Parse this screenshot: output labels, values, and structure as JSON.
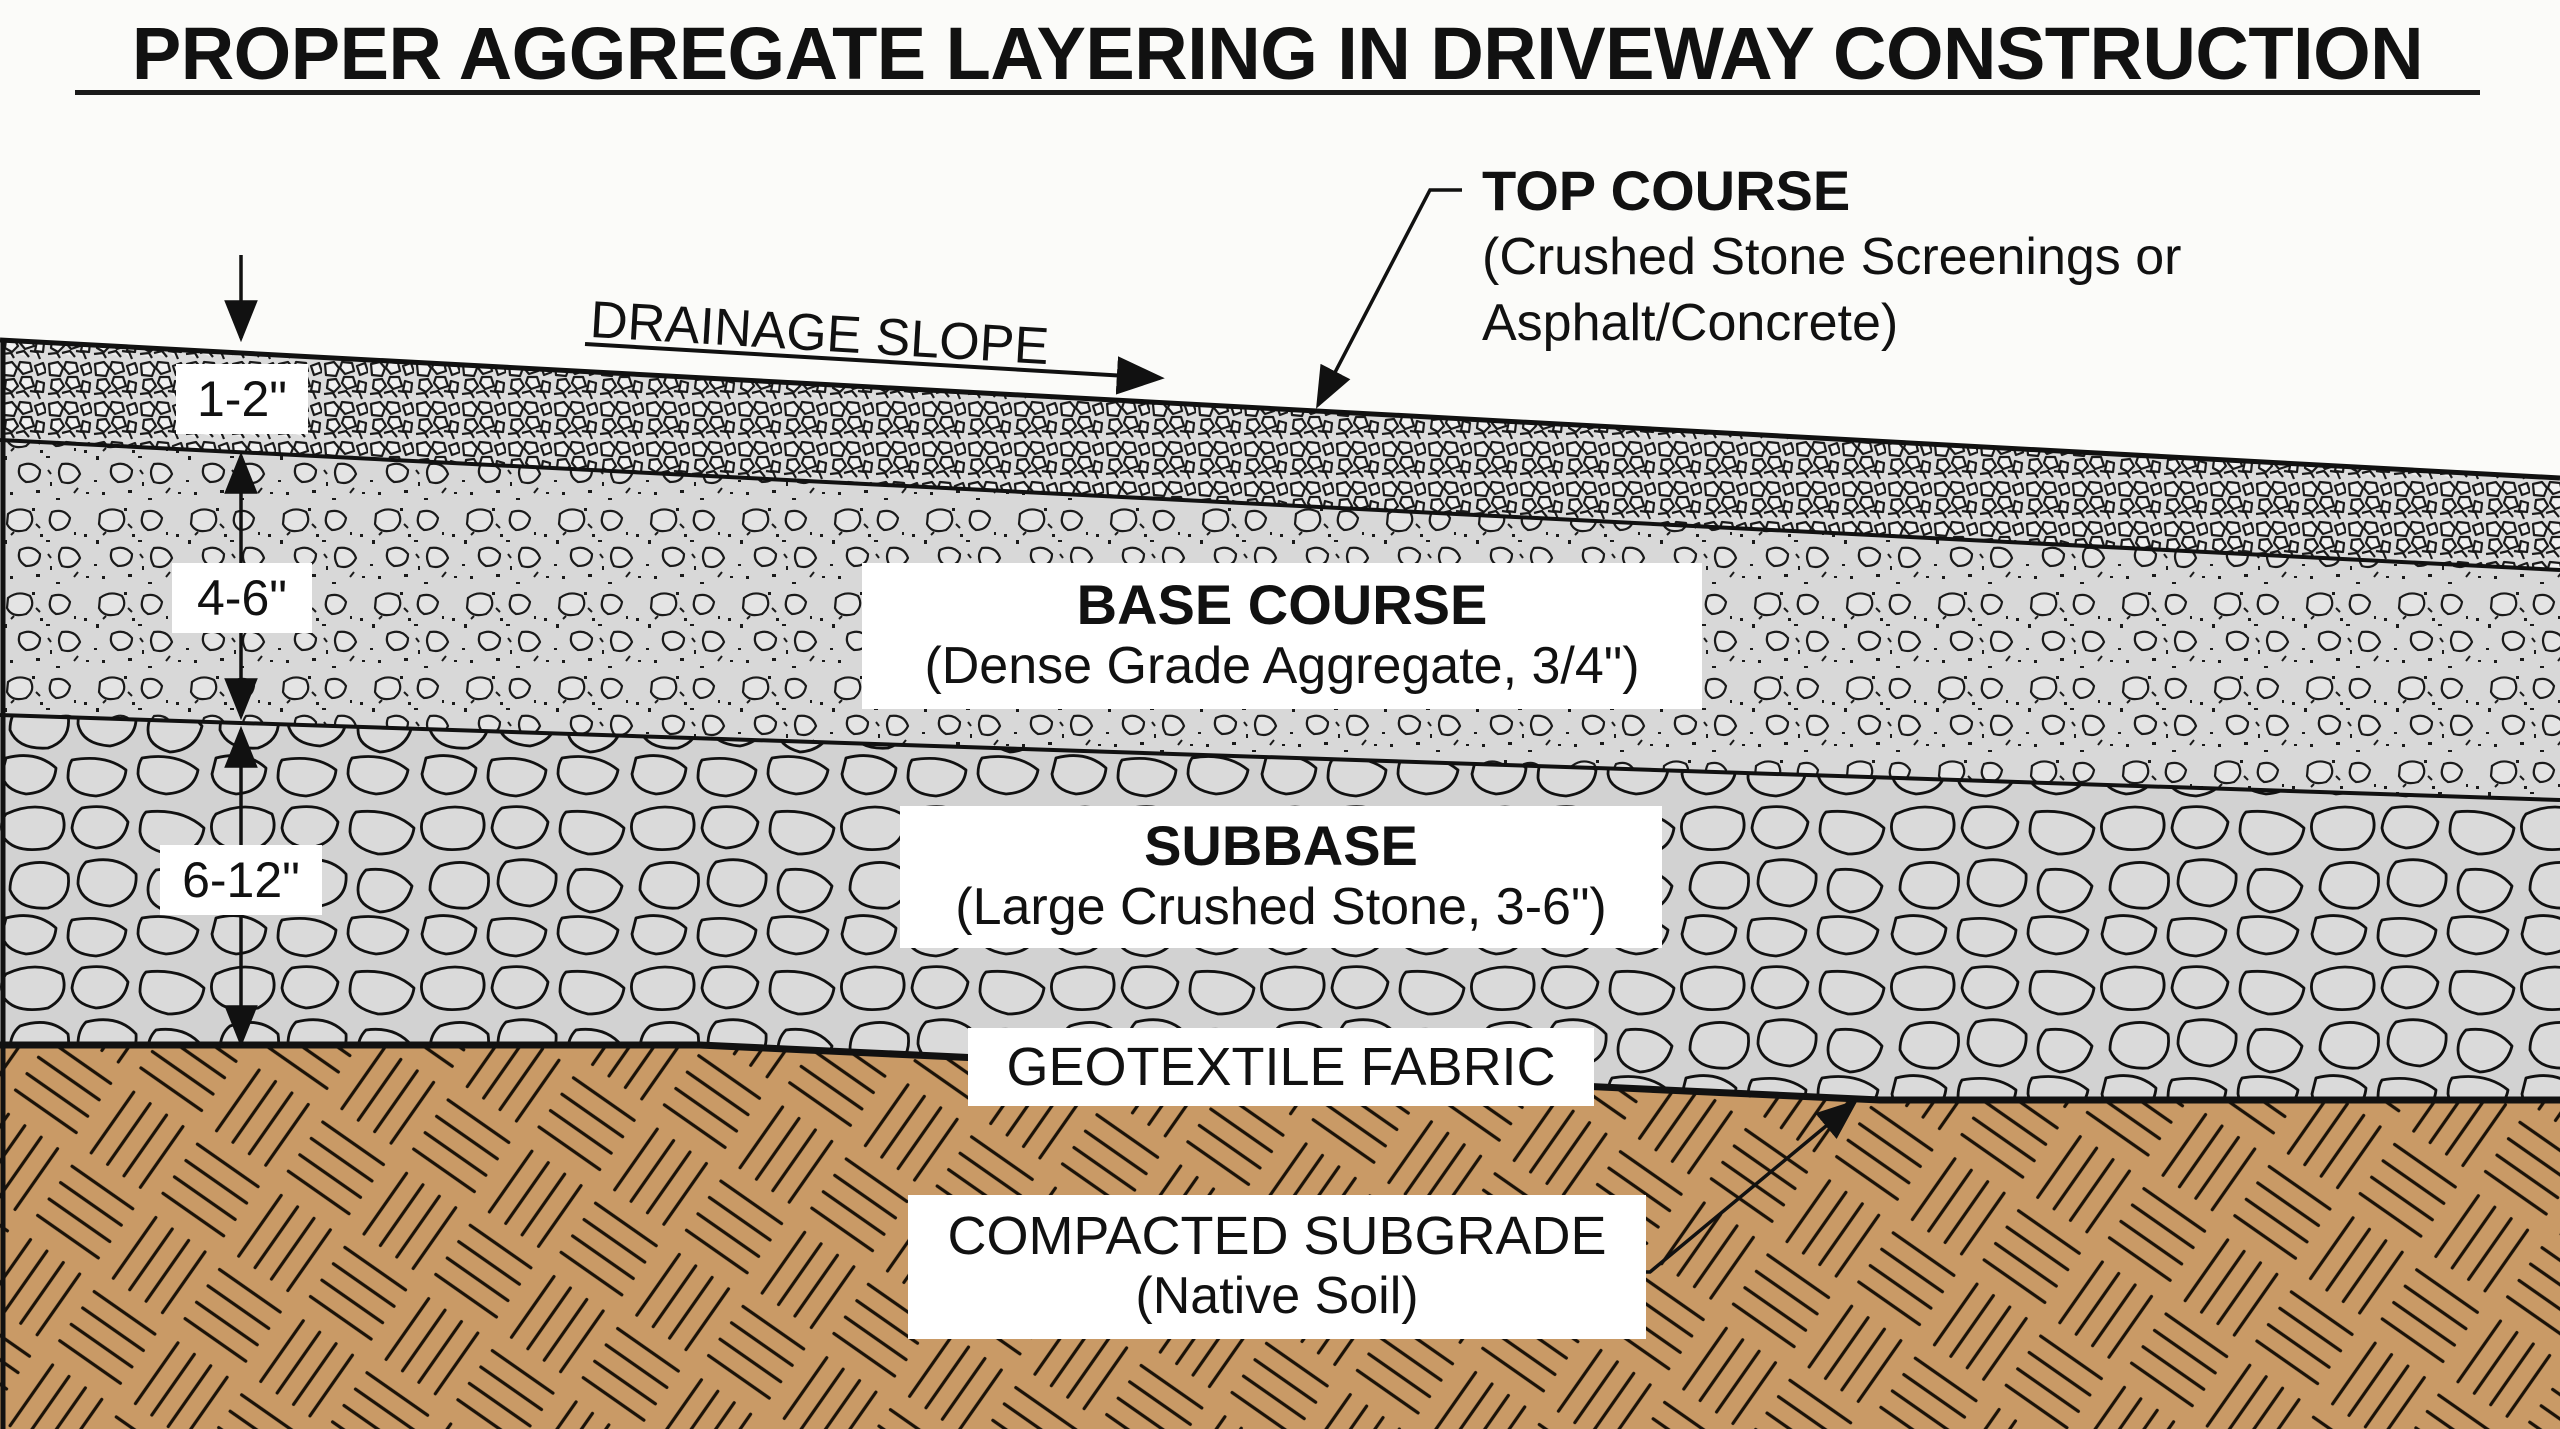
{
  "title": "PROPER AGGREGATE LAYERING IN DRIVEWAY CONSTRUCTION",
  "colors": {
    "background": "#fbfbf9",
    "aggregate_fill": "#d6d6d6",
    "subbase_fill": "#d0d0d0",
    "soil_fill": "#c99a66",
    "line": "#111111",
    "label_box": "#ffffff"
  },
  "drainage": {
    "label": "DRAINAGE SLOPE",
    "direction": "right-downhill"
  },
  "layers": [
    {
      "id": "top-course",
      "name": "TOP COURSE",
      "description_line1": "(Crushed Stone Screenings or",
      "description_line2": "Asphalt/Concrete)",
      "thickness": "1-2\"",
      "texture": "fine-crushed-stone"
    },
    {
      "id": "base-course",
      "name": "BASE COURSE",
      "description": "(Dense Grade Aggregate, 3/4\")",
      "thickness": "4-6\"",
      "texture": "dense-graded-aggregate"
    },
    {
      "id": "subbase",
      "name": "SUBBASE",
      "description": "(Large Crushed Stone, 3-6\")",
      "thickness": "6-12\"",
      "texture": "large-stone"
    },
    {
      "id": "geotextile",
      "name": "GEOTEXTILE FABRIC",
      "texture": "membrane-line"
    },
    {
      "id": "subgrade",
      "name": "COMPACTED SUBGRADE",
      "description": "(Native Soil)",
      "texture": "basketweave-soil"
    }
  ]
}
